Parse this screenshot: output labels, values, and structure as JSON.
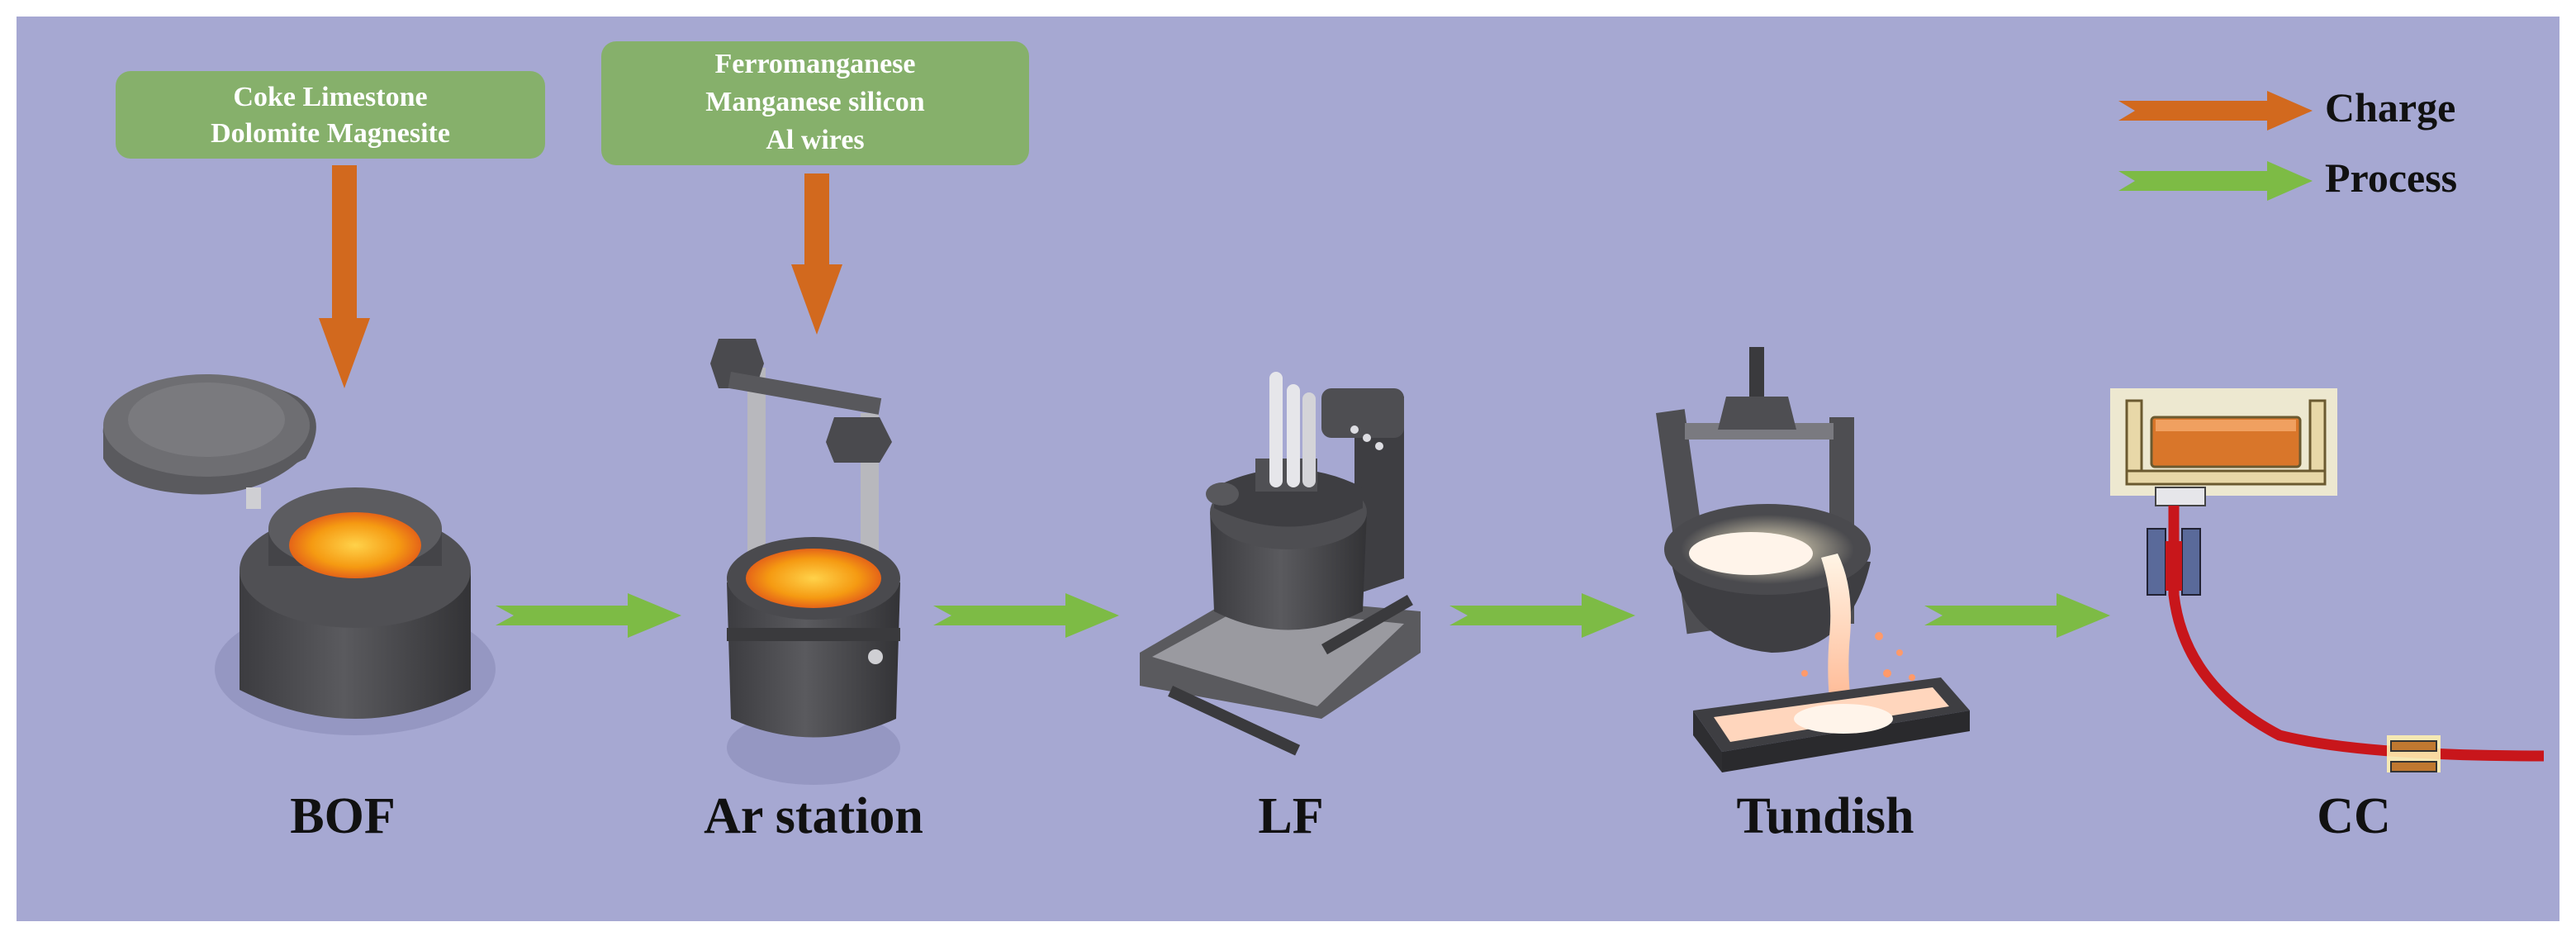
{
  "colors": {
    "background": "#a6a8d2",
    "charge_arrow": "#d2691e",
    "process_arrow": "#7dbb45",
    "input_box": "#86b06b",
    "molten": "#f5a010",
    "vessel": "#4a4a4e"
  },
  "inputs": [
    {
      "lines": [
        "Coke Limestone",
        "Dolomite Magnesite"
      ]
    },
    {
      "lines": [
        "Ferromanganese",
        "Manganese silicon",
        "Al wires"
      ]
    }
  ],
  "legend": [
    {
      "label": "Charge",
      "color": "#d2691e"
    },
    {
      "label": "Process",
      "color": "#7dbb45"
    }
  ],
  "stages": [
    {
      "label": "BOF",
      "icon": "basic-oxygen-furnace-icon"
    },
    {
      "label": "Ar station",
      "icon": "argon-ladle-icon"
    },
    {
      "label": "LF",
      "icon": "ladle-furnace-icon"
    },
    {
      "label": "Tundish",
      "icon": "tundish-icon"
    },
    {
      "label": "CC",
      "icon": "continuous-caster-icon"
    }
  ]
}
